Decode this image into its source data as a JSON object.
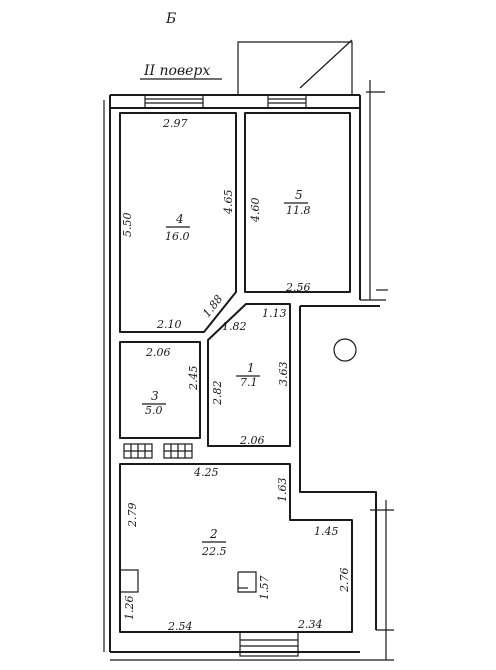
{
  "header": {
    "corner_letter": "Б",
    "floor_label": "II поверх"
  },
  "rooms": [
    {
      "number": "4",
      "area": "16.0"
    },
    {
      "number": "5",
      "area": "11.8"
    },
    {
      "number": "3",
      "area": "5.0"
    },
    {
      "number": "1",
      "area": "7.1"
    },
    {
      "number": "2",
      "area": "22.5"
    }
  ],
  "dimensions": {
    "r4_top": "2.97",
    "r4_left": "5.50",
    "r4_right": "4.65",
    "r4_bottom": "2.10",
    "r5_left": "4.60",
    "r5_bottom": "2.56",
    "diag_a": "1.88",
    "diag_b": "1.82",
    "diag_c": "1.13",
    "r3_top": "2.06",
    "r3_right": "2.45",
    "r1_left": "2.82",
    "r1_right": "3.63",
    "r1_bottom": "2.06",
    "r2_top": "4.25",
    "r2_left": "2.79",
    "r2_notch_v": "1.63",
    "r2_notch_h": "1.45",
    "r2_right": "2.76",
    "r2_bottom_left": "2.54",
    "r2_bottom_right": "2.34",
    "r2_corner": "1.26",
    "r2_column": "1.57"
  }
}
